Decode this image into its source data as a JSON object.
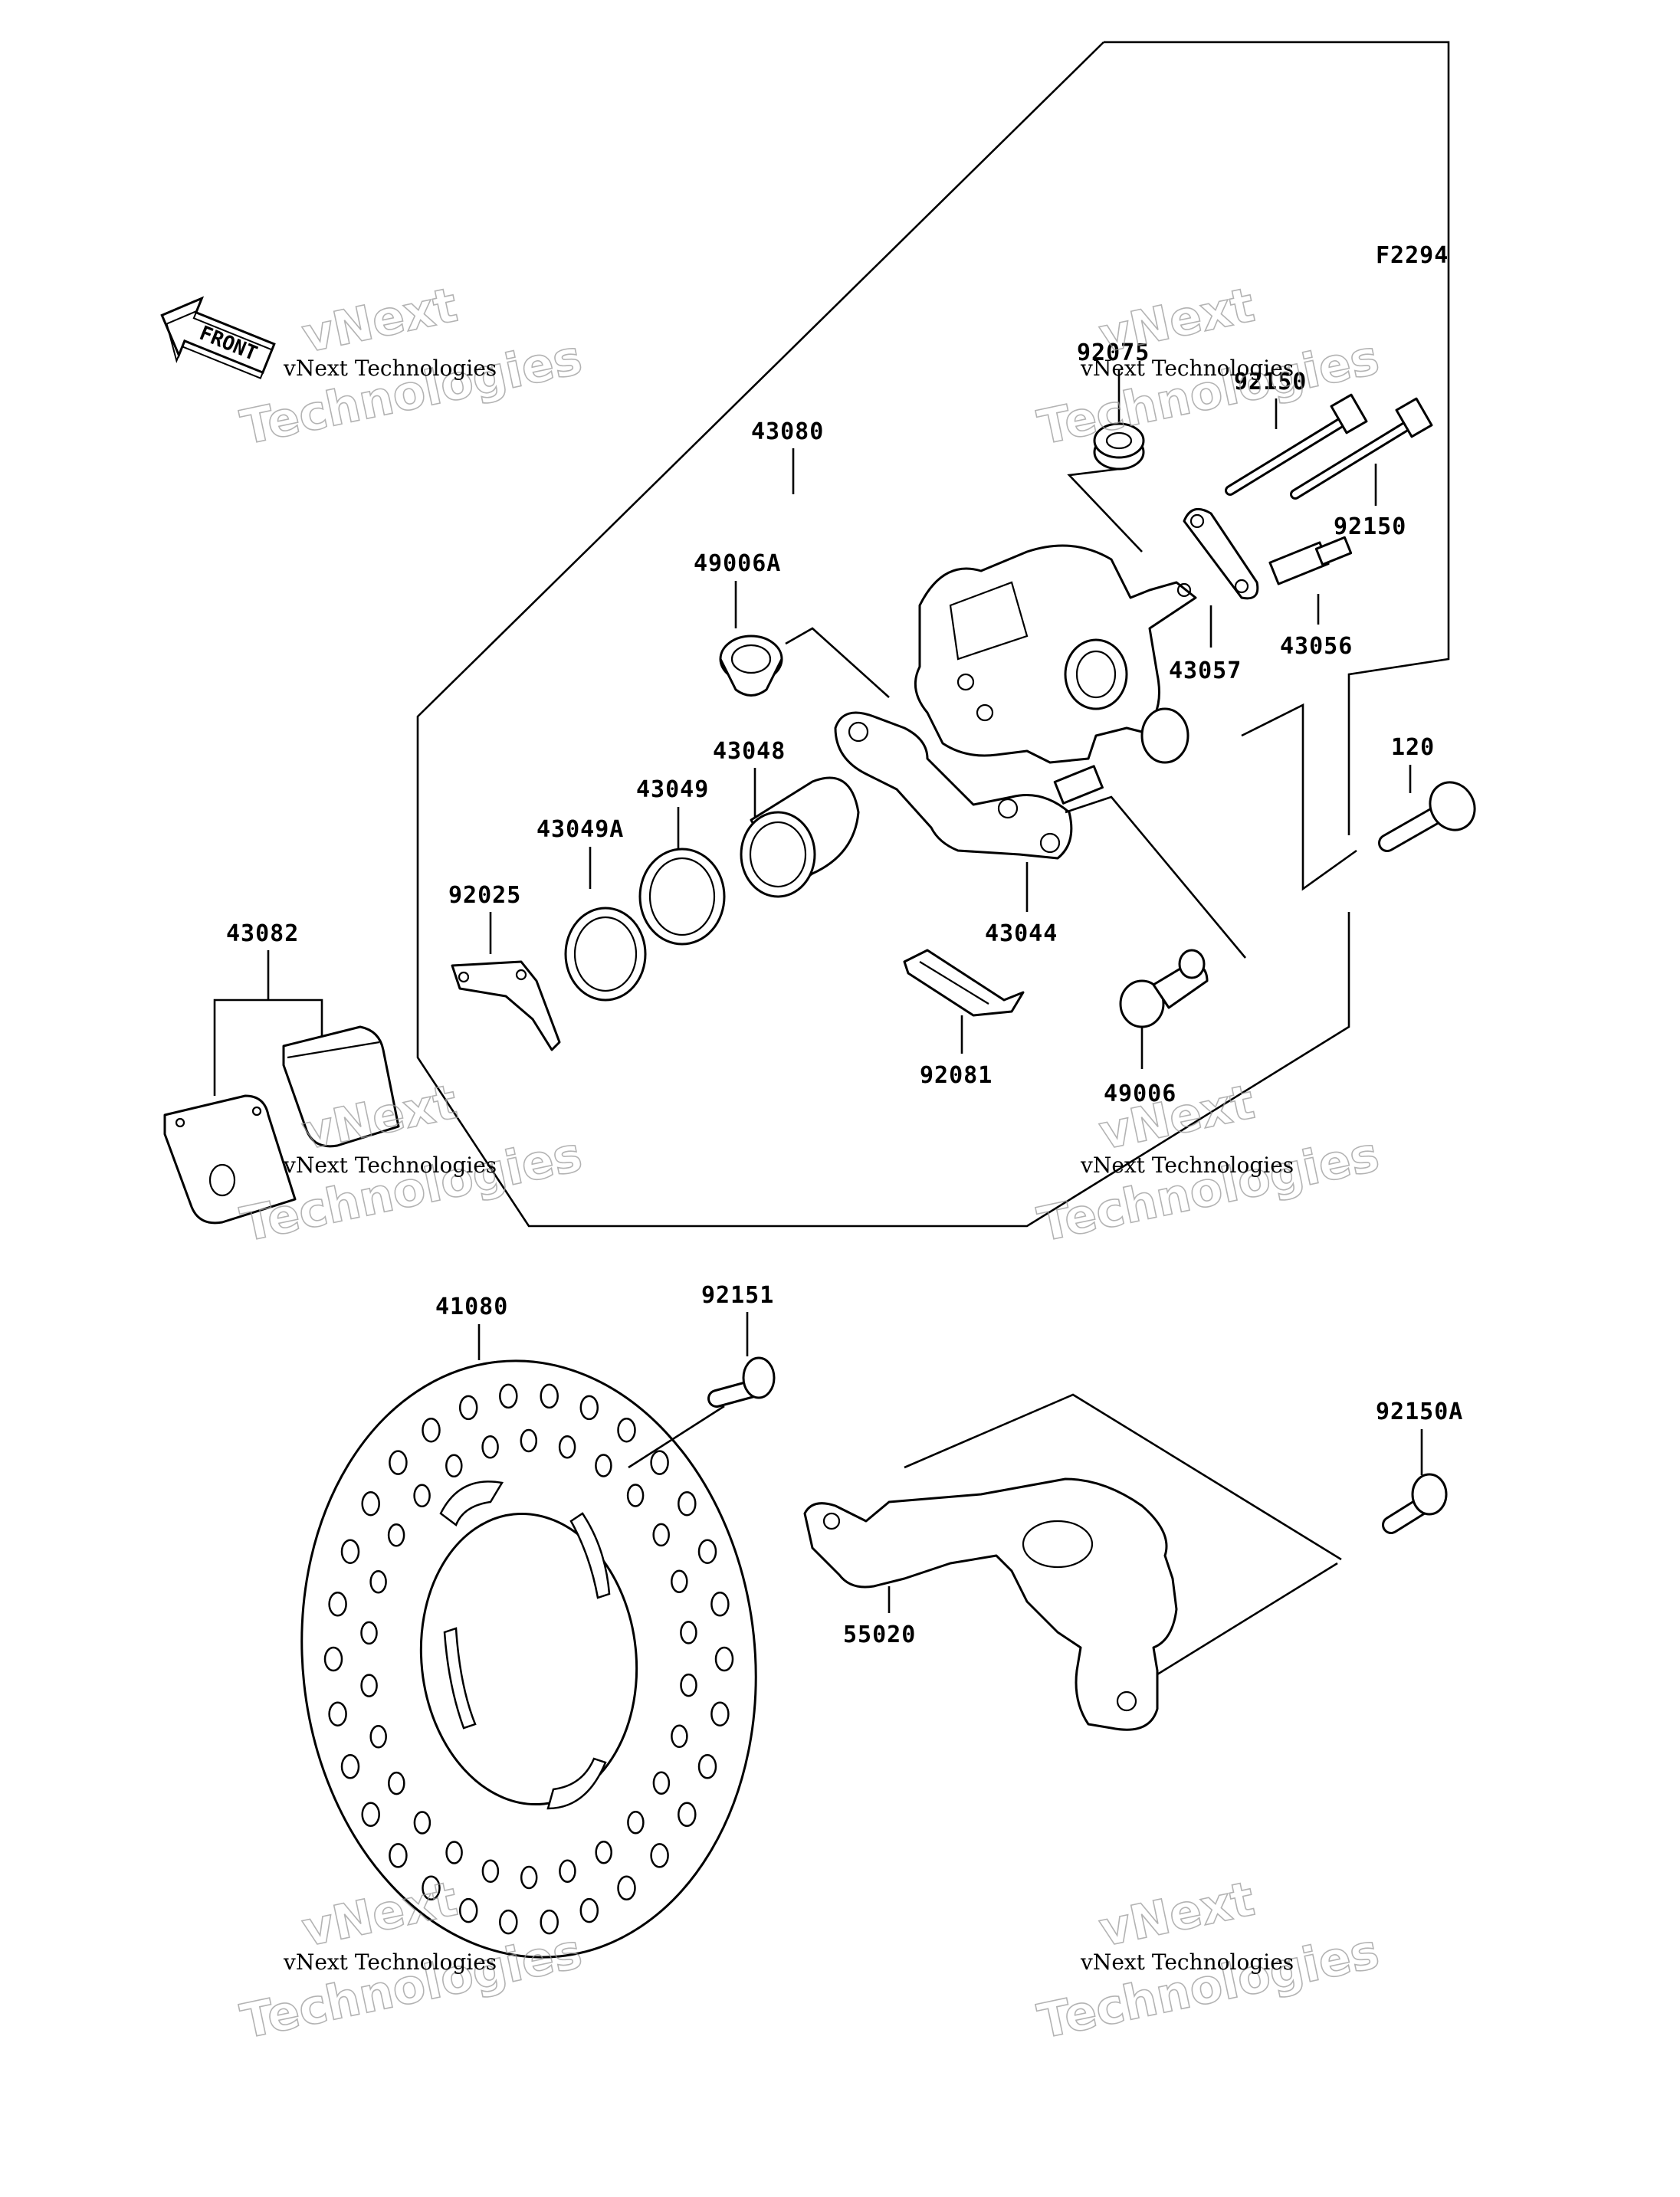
{
  "figure_code": "F2294",
  "front_label": "FRONT",
  "watermark": {
    "line1": "vNext Technologies",
    "line2": "vNext",
    "line3": "Technologies"
  },
  "labels": {
    "p43080": "43080",
    "p92075": "92075",
    "p92150_top": "92150",
    "p92150_right": "92150",
    "p49006A": "49006A",
    "p43057": "43057",
    "p43056": "43056",
    "p43048": "43048",
    "p43049": "43049",
    "p43049A": "43049A",
    "p92025": "92025",
    "p120": "120",
    "p43044": "43044",
    "p43082": "43082",
    "p92081": "92081",
    "p49006": "49006",
    "p41080": "41080",
    "p92151": "92151",
    "p92150A": "92150A",
    "p55020": "55020"
  }
}
